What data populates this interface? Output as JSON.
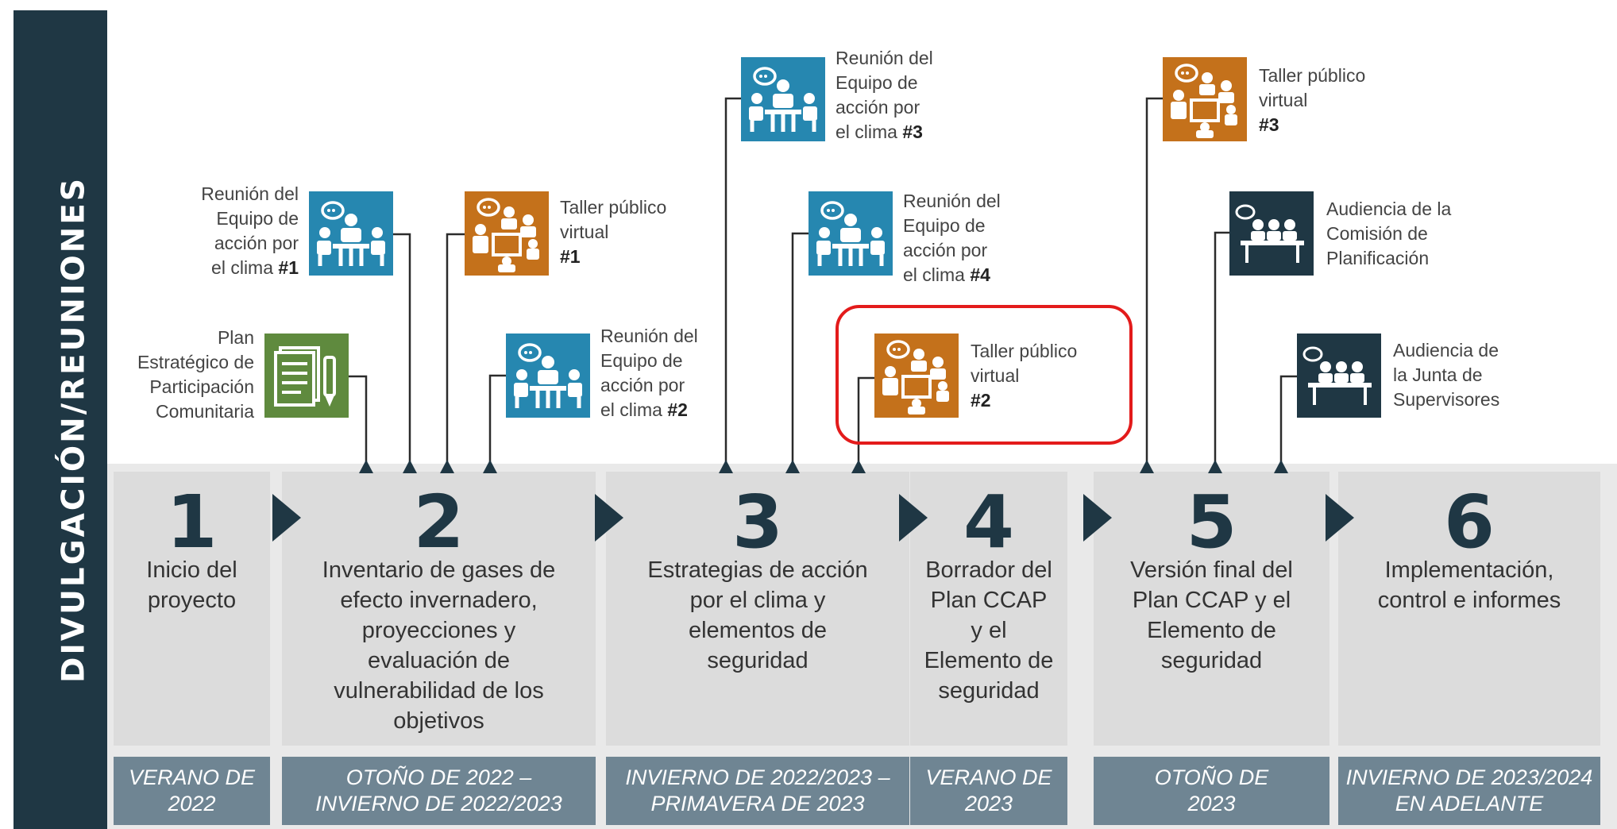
{
  "sidebar_label": "DIVULGACIÓN/REUNIONES",
  "colors": {
    "dark_navy": "#1f3744",
    "teal": "#2687b0",
    "orange": "#c4711b",
    "green": "#5f8a3e",
    "highlight_red": "#e31b1b",
    "date_bar": "#6f8593"
  },
  "phases": [
    {
      "number": "1",
      "title": "Inicio del proyecto",
      "date": [
        "VERANO DE",
        "2022"
      ]
    },
    {
      "number": "2",
      "title": "Inventario de gases de efecto invernadero, proyecciones y evaluación de vulnerabilidad de los objetivos",
      "date": [
        "OTOÑO DE 2022 –",
        "INVIERNO DE 2022/2023"
      ]
    },
    {
      "number": "3",
      "title": "Estrategias de acción por el clima y elementos de seguridad",
      "date": [
        "INVIERNO DE 2022/2023 –",
        "PRIMAVERA DE 2023"
      ]
    },
    {
      "number": "4",
      "title": "Borrador del Plan CCAP y el Elemento de seguridad",
      "date": [
        "VERANO DE",
        "2023"
      ]
    },
    {
      "number": "5",
      "title": "Versión final del Plan CCAP y el Elemento de seguridad",
      "date": [
        "OTOÑO DE",
        "2023"
      ]
    },
    {
      "number": "6",
      "title": "Implementación, control e informes",
      "date": [
        "INVIERNO DE 2023/2024",
        "EN ADELANTE"
      ]
    }
  ],
  "events": [
    {
      "icon": "document-pencil-icon",
      "color": "green",
      "lines": [
        "Plan",
        "Estratégico de",
        "Participación",
        "Comunitaria"
      ],
      "bold": ""
    },
    {
      "icon": "team-meeting-icon",
      "color": "teal",
      "lines": [
        "Reunión del",
        "Equipo de",
        "acción por",
        "el clima "
      ],
      "bold": "#1"
    },
    {
      "icon": "workshop-icon",
      "color": "orange",
      "lines": [
        "Taller público",
        "virtual"
      ],
      "bold": "#1"
    },
    {
      "icon": "team-meeting-icon",
      "color": "teal",
      "lines": [
        "Reunión del",
        "Equipo de",
        "acción por",
        "el clima "
      ],
      "bold": "#2"
    },
    {
      "icon": "team-meeting-icon",
      "color": "teal",
      "lines": [
        "Reunión del",
        "Equipo de",
        "acción por",
        "el clima "
      ],
      "bold": "#3"
    },
    {
      "icon": "team-meeting-icon",
      "color": "teal",
      "lines": [
        "Reunión del",
        "Equipo de",
        "acción por",
        "el clima "
      ],
      "bold": "#4"
    },
    {
      "icon": "workshop-icon",
      "color": "orange",
      "lines": [
        "Taller público",
        "virtual"
      ],
      "bold": "#2",
      "highlighted": true
    },
    {
      "icon": "workshop-icon",
      "color": "orange",
      "lines": [
        "Taller público",
        "virtual"
      ],
      "bold": "#3"
    },
    {
      "icon": "hearing-icon",
      "color": "dark_navy",
      "lines": [
        "Audiencia de la",
        "Comisión de",
        "Planificación"
      ],
      "bold": ""
    },
    {
      "icon": "hearing-icon",
      "color": "dark_navy",
      "lines": [
        "Audiencia de",
        "la Junta de",
        "Supervisores"
      ],
      "bold": ""
    }
  ]
}
